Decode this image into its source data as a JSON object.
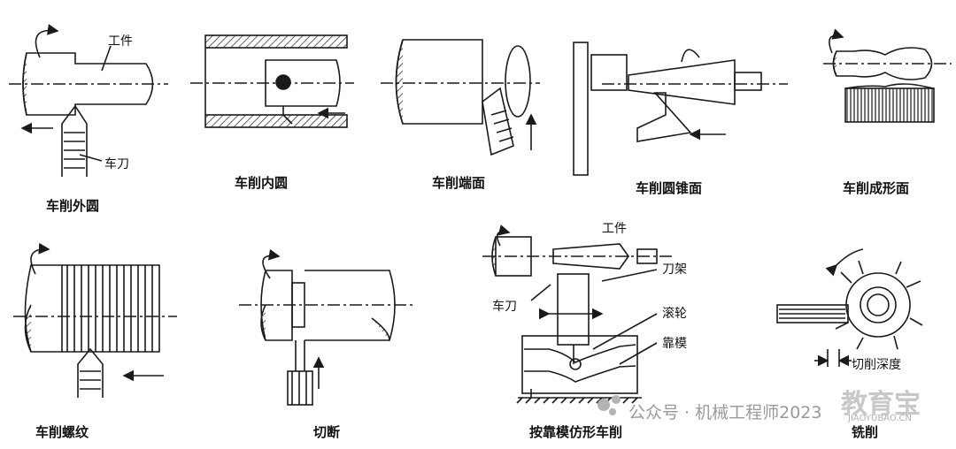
{
  "captions": {
    "outer_turning": "车削外圆",
    "inner_turning": "车削内圆",
    "facing": "车削端面",
    "taper_turning": "车削圆锥面",
    "form_turning": "车削成形面",
    "thread_turning": "车削螺纹",
    "cutting_off": "切断",
    "copy_turning": "按靠模仿形车削",
    "milling": "铣削"
  },
  "labels": {
    "workpiece_1": "工件",
    "tool_1": "车刀",
    "workpiece_2": "工件",
    "tool_holder": "刀架",
    "tool_2": "车刀",
    "roller": "滚轮",
    "template": "靠模",
    "cutting_depth": "切削深度"
  },
  "watermark": {
    "text": "公众号 · 机械工程师2023",
    "brand": "教育宝",
    "brand_url": "JIAOYUBAO.CN"
  },
  "colors": {
    "line": "#1a1a1a",
    "watermark": "#9a9a9a"
  }
}
